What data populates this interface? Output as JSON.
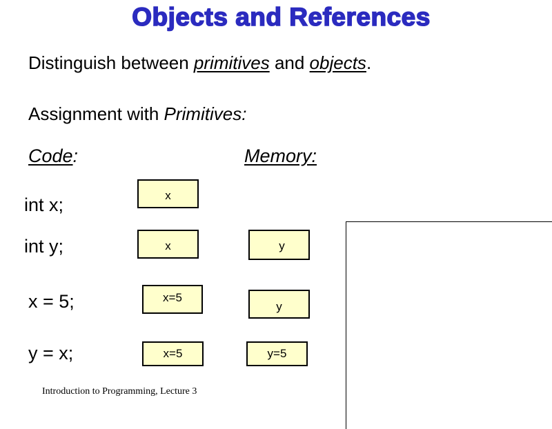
{
  "slide": {
    "title": "Objects and References",
    "intro": {
      "prefix": "Distinguish between ",
      "term1": "primitives",
      "mid": " and ",
      "term2": "objects",
      "suffix": "."
    },
    "subheading": {
      "prefix": "Assignment with ",
      "term": "Primitives:"
    },
    "code_header": "Code",
    "code_header_colon": ":",
    "memory_header": "Memory:",
    "rows": [
      {
        "code": "int x;",
        "x_box": "x",
        "y_box": null
      },
      {
        "code": "int y;",
        "x_box": "x",
        "y_box": "y"
      },
      {
        "code": "x = 5;",
        "x_box": "x=5",
        "y_box": "y"
      },
      {
        "code": "y = x;",
        "x_box": "x=5",
        "y_box": "y=5"
      }
    ],
    "footer": "Introduction to Programming,   Lecture 3"
  },
  "colors": {
    "title": "#2b2bbf",
    "box_fill": "#ffffcc"
  }
}
